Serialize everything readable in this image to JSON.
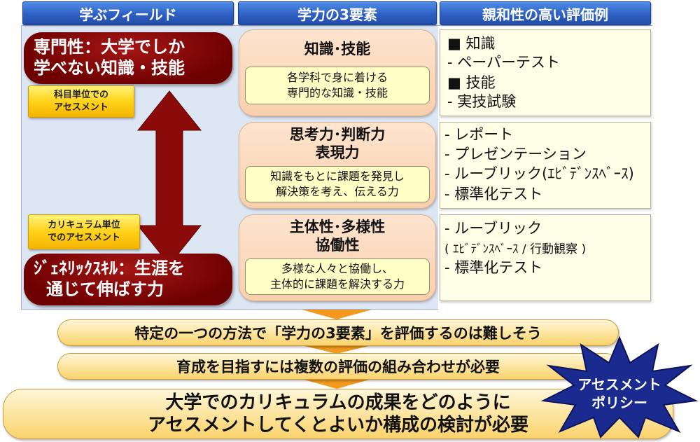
{
  "headers": {
    "field": "学ぶフィールド",
    "three_elements": "学力の3要素",
    "examples": "親和性の高い評価例"
  },
  "field": {
    "specialty_line1": "専門性：大学でしか",
    "specialty_line2": "学べない知識・技能",
    "subject_tag_line1": "科目単位での",
    "subject_tag_line2": "アセスメント",
    "curriculum_tag_line1": "カリキュラム単位",
    "curriculum_tag_line2": "でのアセスメント",
    "generic_line1": "ｼﾞｪﾈﾘｯｸｽｷﾙ：生涯を",
    "generic_line2": "通じて伸ばす力"
  },
  "elements": [
    {
      "title_line1": "知識･技能",
      "title_line2": "",
      "desc_line1": "各学科で身に着ける",
      "desc_line2": "専門的な知識・技能"
    },
    {
      "title_line1": "思考力･判断力",
      "title_line2": "表現力",
      "desc_line1": "知識をもとに課題を発見し",
      "desc_line2": "解決策を考え、伝える力"
    },
    {
      "title_line1": "主体性･多様性",
      "title_line2": "協働性",
      "desc_line1": "多様な人々と協働し、",
      "desc_line2": "主体的に課題を解決する力"
    }
  ],
  "examples": {
    "box1": [
      "■  知識",
      "   - ペーパーテスト",
      "■  技能",
      "   - 実技試験"
    ],
    "box2": [
      "- レポート",
      "- プレゼンテーション",
      "- ルーブリック(ｴﾋﾞﾃﾞﾝｽﾍﾞｰｽ)",
      "- 標準化テスト"
    ],
    "box3": [
      "- ルーブリック",
      "   ( ｴﾋﾞﾃﾞﾝｽﾍﾞｰｽ / 行動観察 )",
      "- 標準化テスト"
    ]
  },
  "conclusions": {
    "line1": "特定の一つの方法で「学力の3要素」を評価するのは難しそう",
    "line2": "育成を目指すには複数の評価の組み合わせが必要",
    "line3a": "大学でのカリキュラムの成果をどのように",
    "line3b": "アセスメントしてくとよいか構成の検討が必要"
  },
  "badge": {
    "line1": "アセスメント",
    "line2": "ポリシー"
  },
  "colors": {
    "header_blue": "#2e5fc4",
    "dark_red": "#6d0000",
    "peach": "#f9cfac",
    "yellow_tag": "#ffd21a",
    "orange_chevron": "#f39a1e",
    "badge_navy": "#1a237e"
  }
}
